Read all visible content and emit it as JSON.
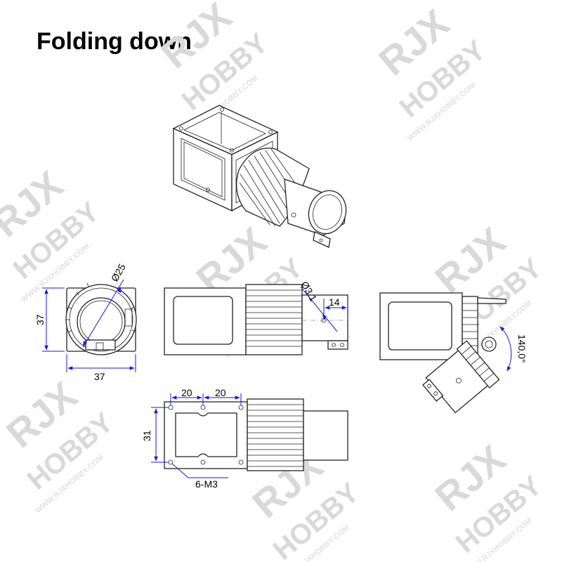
{
  "title": "Folding down",
  "watermark": {
    "brand": "RJX",
    "word": "HOBBY",
    "url": "WWW.RJXHOBBY.COM"
  },
  "dimensions": {
    "end_view_diameter": "Ø25",
    "end_view_height": "37",
    "end_view_width": "37",
    "side_hole_diameter": "Ø3.1",
    "side_offset": "14",
    "fold_angle": "140,0°",
    "top_spacing_1": "20",
    "top_spacing_2": "20",
    "top_height": "31",
    "hole_callout": "6-M3"
  }
}
